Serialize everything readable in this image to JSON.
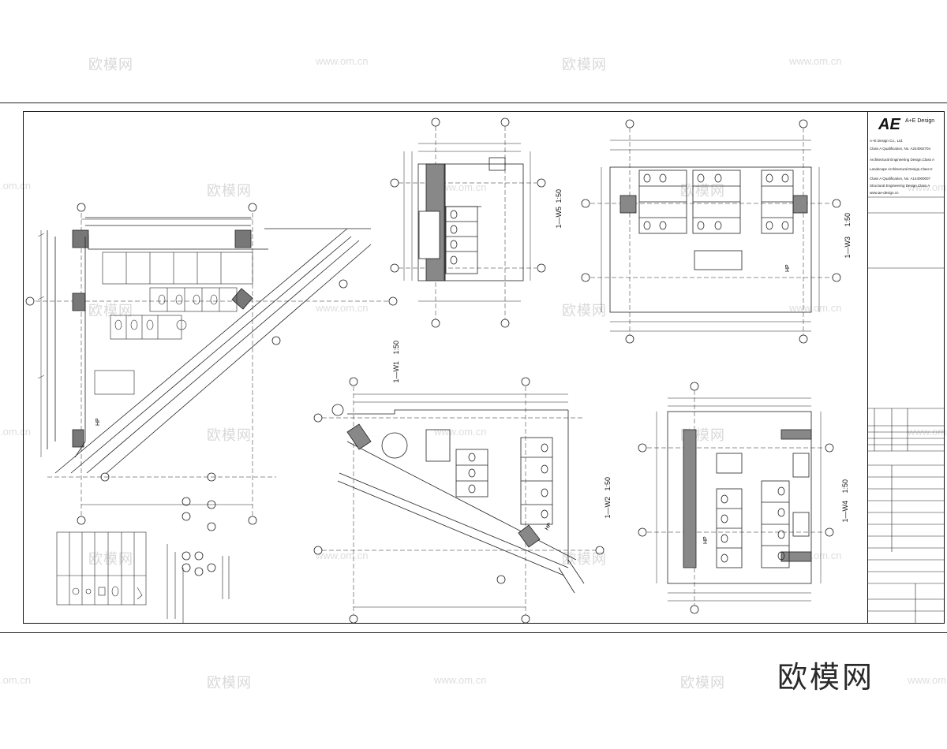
{
  "watermarks": {
    "cn": "欧模网",
    "url": "www.om.cn",
    "url_edge": ".om.cn"
  },
  "brand": {
    "text": "欧模网"
  },
  "title_block": {
    "logo": "AE",
    "logo_sub": "A+E Design",
    "lines": [
      "A+E Design Co., Ltd.",
      "Class A Qualification, No. A244002704",
      "Architectural Engineering Design,Class A",
      "Landscape Architectural Design,Class II",
      "Class A Qualification, No. A144000007",
      "Structural Engineering Design,Class A",
      "www.ae-design.cn"
    ]
  },
  "plans": {
    "w5": {
      "label": "1—W5",
      "scale": "1:50"
    },
    "w3": {
      "label": "1—W3",
      "scale": "1:50"
    },
    "w1": {
      "label": "1—W1",
      "scale": "1:50"
    },
    "w2": {
      "label": "1—W2",
      "scale": "1:50"
    },
    "w4": {
      "label": "1—W4",
      "scale": "1:50"
    }
  },
  "symbols": {
    "hp": "HP"
  }
}
